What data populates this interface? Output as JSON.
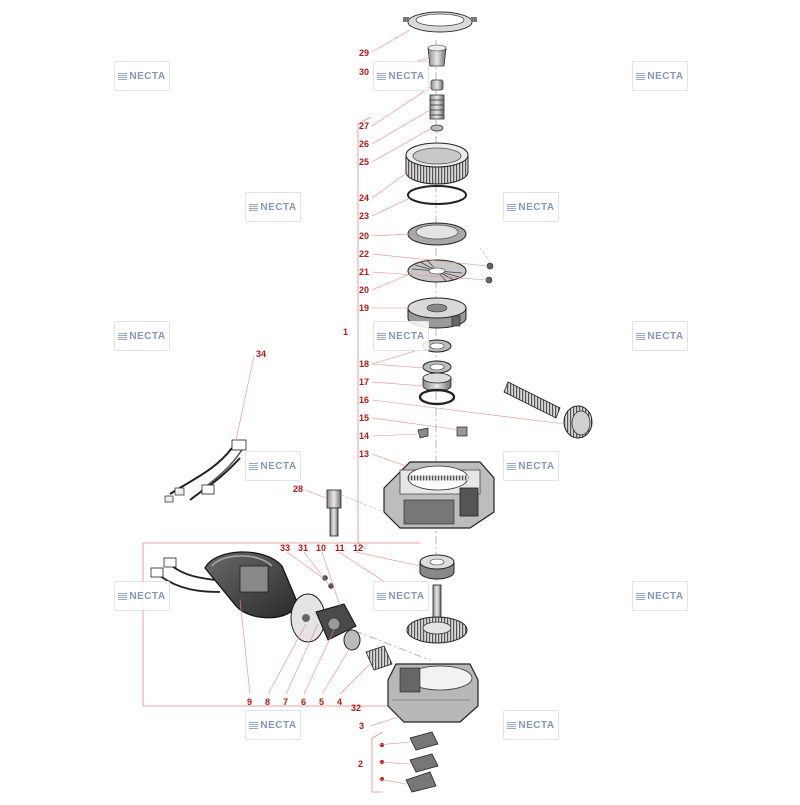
{
  "diagram": {
    "watermark_text": "NECTA",
    "line_color": "#e88888",
    "label_color": "#b01818",
    "callouts": [
      {
        "key": "29",
        "text": "29"
      },
      {
        "key": "30",
        "text": "30"
      },
      {
        "key": "27",
        "text": "27"
      },
      {
        "key": "26",
        "text": "26"
      },
      {
        "key": "25",
        "text": "25"
      },
      {
        "key": "24",
        "text": "24"
      },
      {
        "key": "23",
        "text": "23"
      },
      {
        "key": "20a",
        "text": "20"
      },
      {
        "key": "22",
        "text": "22"
      },
      {
        "key": "21",
        "text": "21"
      },
      {
        "key": "20b",
        "text": "20"
      },
      {
        "key": "19",
        "text": "19"
      },
      {
        "key": "1",
        "text": "1"
      },
      {
        "key": "18",
        "text": "18"
      },
      {
        "key": "17",
        "text": "17"
      },
      {
        "key": "16",
        "text": "16"
      },
      {
        "key": "15",
        "text": "15"
      },
      {
        "key": "14",
        "text": "14"
      },
      {
        "key": "13",
        "text": "13"
      },
      {
        "key": "34",
        "text": "34"
      },
      {
        "key": "28",
        "text": "28"
      },
      {
        "key": "33",
        "text": "33"
      },
      {
        "key": "31",
        "text": "31"
      },
      {
        "key": "10",
        "text": "10"
      },
      {
        "key": "11",
        "text": "11"
      },
      {
        "key": "12",
        "text": "12"
      },
      {
        "key": "9",
        "text": "9"
      },
      {
        "key": "8",
        "text": "8"
      },
      {
        "key": "7",
        "text": "7"
      },
      {
        "key": "6",
        "text": "6"
      },
      {
        "key": "5",
        "text": "5"
      },
      {
        "key": "4",
        "text": "4"
      },
      {
        "key": "32",
        "text": "32"
      },
      {
        "key": "3",
        "text": "3"
      },
      {
        "key": "2",
        "text": "2"
      }
    ]
  }
}
